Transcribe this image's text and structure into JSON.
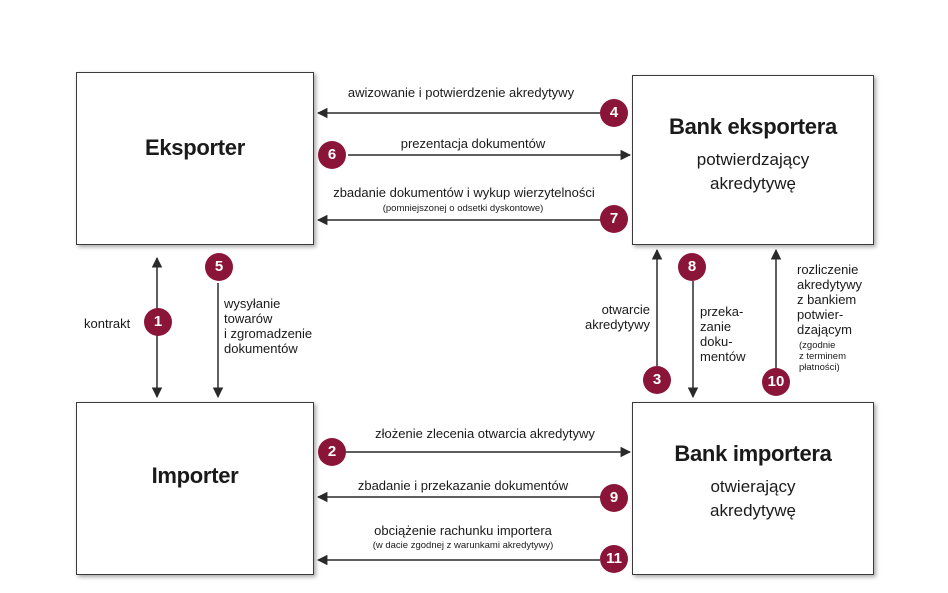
{
  "boxes": {
    "exporter": {
      "title": "Eksporter"
    },
    "exporter_bank": {
      "title": "Bank eksportera",
      "sub1": "potwierdzający",
      "sub2": "akredytywę"
    },
    "importer": {
      "title": "Importer"
    },
    "importer_bank": {
      "title": "Bank importera",
      "sub1": "otwierający",
      "sub2": "akredytywę"
    }
  },
  "steps": [
    {
      "num": "1",
      "label": "kontrakt"
    },
    {
      "num": "2",
      "label": "złożenie zlecenia otwarcia akredytywy"
    },
    {
      "num": "3",
      "label_line1": "otwarcie",
      "label_line2": "akredytywy"
    },
    {
      "num": "4",
      "label": "awizowanie i potwierdzenie akredytywy"
    },
    {
      "num": "5",
      "label_line1": "wysyłanie",
      "label_line2": "towarów",
      "label_line3": "i zgromadzenie",
      "label_line4": "dokumentów"
    },
    {
      "num": "6",
      "label": "prezentacja dokumentów"
    },
    {
      "num": "7",
      "label": "zbadanie dokumentów i wykup wierzytelności",
      "note": "(pomniejszonej o odsetki dyskontowe)"
    },
    {
      "num": "8",
      "label_line1": "przeka-",
      "label_line2": "zanie",
      "label_line3": "doku-",
      "label_line4": "mentów"
    },
    {
      "num": "9",
      "label": "zbadanie i przekazanie dokumentów"
    },
    {
      "num": "10",
      "label_line1": "rozliczenie",
      "label_line2": "akredytywy",
      "label_line3": "z bankiem",
      "label_line4": "potwier-",
      "label_line5": "dzającym",
      "note_line1": "(zgodnie",
      "note_line2": "z terminem",
      "note_line3": "płatności)"
    },
    {
      "num": "11",
      "label": "obciążenie rachunku importera",
      "note": "(w dacie zgodnej z warunkami akredytywy)"
    }
  ],
  "colors": {
    "badge": "#8b1538",
    "arrow": "#2a2a2a",
    "border": "#3a3a3a"
  }
}
